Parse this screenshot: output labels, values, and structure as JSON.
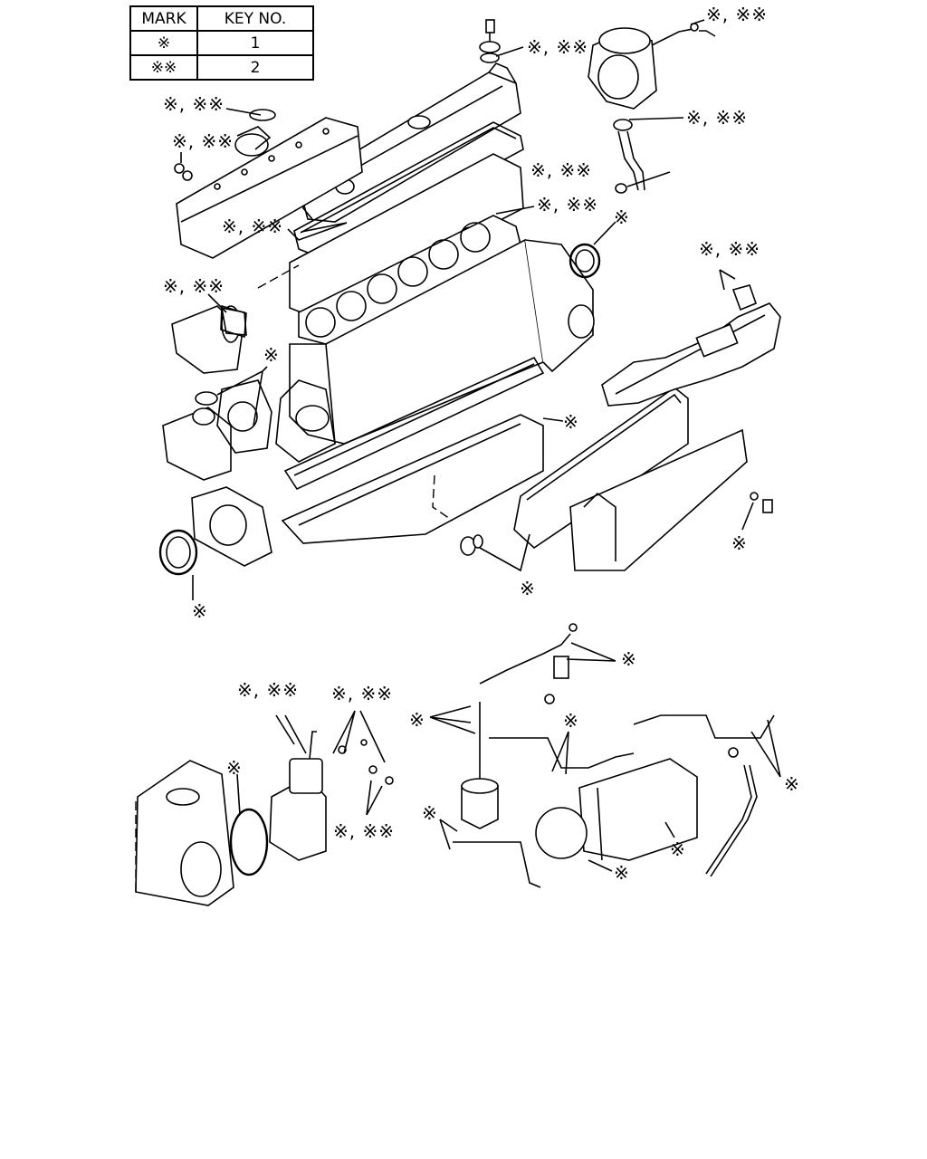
{
  "legend": {
    "headers": {
      "mark": "MARK",
      "key_no": "KEY NO."
    },
    "rows": [
      {
        "mark": "※",
        "key": "1"
      },
      {
        "mark": "※※",
        "key": "2"
      }
    ]
  },
  "callouts": {
    "turbo_pipe_gasket": "※, ※※",
    "head_cover_seal": "※, ※※",
    "turbo_flange_gasket": "※, ※※",
    "thermostat_oring": "※, ※※",
    "inlet_bolt_washer": "※, ※※",
    "turbo_return_gasket": "※, ※※",
    "head_cover_gasket": "※, ※※",
    "cover_nut_seal": "※, ※※",
    "front_seal": "※",
    "exhaust_manifold_gasket": "※, ※※",
    "thermostat_housing_gasket": "※, ※※",
    "water_pump_gasket": "※",
    "oil_pan_gasket": "※",
    "drain_plug_gasket": "※",
    "rear_oil_seal": "※",
    "side_cover_gasket": "※",
    "injector_seals": "※",
    "lube_line_left_a": "※, ※※",
    "lube_line_left_b": "※, ※※",
    "lube_line_left_c": "※, ※※",
    "housing_oring": "※",
    "fuel_line_washers": "※",
    "filter_washers": "※",
    "pipe_bottom_washers": "※",
    "cooler_bolts": "※",
    "cooler_plug": "※",
    "oil_pipe_washers": "※"
  }
}
